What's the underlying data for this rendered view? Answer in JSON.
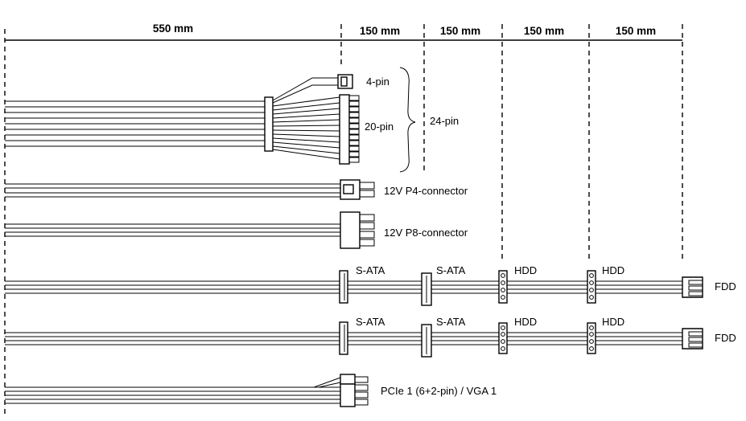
{
  "dimensions": [
    "550 mm",
    "150 mm",
    "150 mm",
    "150 mm",
    "150 mm"
  ],
  "connectors": {
    "atx": {
      "pin4": "4-pin",
      "pin20": "20-pin",
      "pin24": "24-pin"
    },
    "p4": "12V P4-connector",
    "p8": "12V P8-connector",
    "sata_row_1": {
      "sata_a": "S-ATA",
      "sata_b": "S-ATA",
      "hdd_a": "HDD",
      "hdd_b": "HDD",
      "fdd": "FDD"
    },
    "sata_row_2": {
      "sata_a": "S-ATA",
      "sata_b": "S-ATA",
      "hdd_a": "HDD",
      "hdd_b": "HDD",
      "fdd": "FDD"
    },
    "pcie": "PCIe 1 (6+2-pin) / VGA 1"
  }
}
